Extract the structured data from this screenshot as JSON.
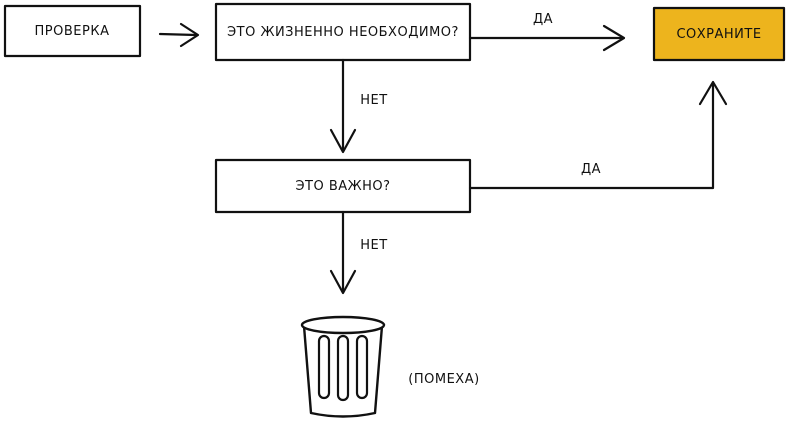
{
  "diagram": {
    "nodes": {
      "check": {
        "label": "ПРОВЕРКА"
      },
      "vital": {
        "label": "ЭТО ЖИЗНЕННО НЕОБХОДИМО?"
      },
      "save": {
        "label": "СОХРАНИТЕ"
      },
      "important": {
        "label": "ЭТО ВАЖНО?"
      },
      "trash": {
        "label": "(ПОМЕХА)",
        "icon": "trash-bin-icon"
      }
    },
    "edges": {
      "vital_yes": {
        "label": "ДА"
      },
      "vital_no": {
        "label": "НЕТ"
      },
      "important_yes": {
        "label": "ДА"
      },
      "important_no": {
        "label": "НЕТ"
      }
    },
    "colors": {
      "accent": "#EDB41D",
      "stroke": "#111111",
      "background": "#FFFFFF"
    }
  }
}
